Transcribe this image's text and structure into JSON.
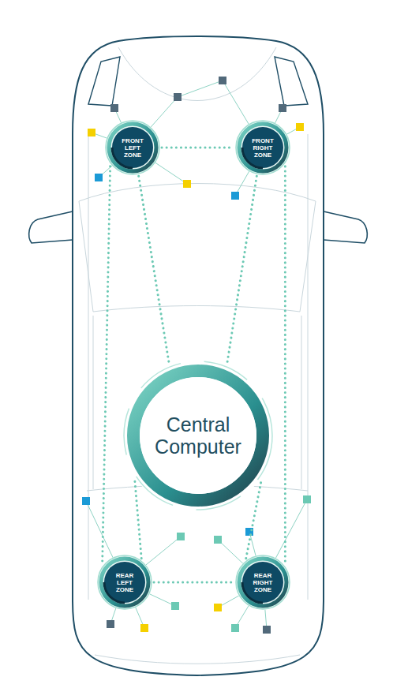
{
  "diagram": {
    "nodes": [
      {
        "text": [
          "FRONT LEFT ZONE"
        ]
      },
      {
        "text": [
          "FRONT RIGHT ZONE"
        ]
      },
      {
        "text": [
          "Central Computer"
        ]
      },
      {
        "text": [
          "REAR LEFT ZONE"
        ]
      },
      {
        "text": [
          "REAR RIGHT ZONE"
        ]
      }
    ],
    "edges": [
      {
        "from": 0,
        "to": 1,
        "arrow": "none"
      },
      {
        "from": 0,
        "to": 2,
        "arrow": "none"
      },
      {
        "from": 1,
        "to": 2,
        "arrow": "none"
      },
      {
        "from": 0,
        "to": 3,
        "arrow": "none"
      },
      {
        "from": 1,
        "to": 4,
        "arrow": "none"
      },
      {
        "from": 3,
        "to": 4,
        "arrow": "none"
      },
      {
        "from": 3,
        "to": 2,
        "arrow": "none"
      },
      {
        "from": 4,
        "to": 2,
        "arrow": "none"
      }
    ]
  }
}
